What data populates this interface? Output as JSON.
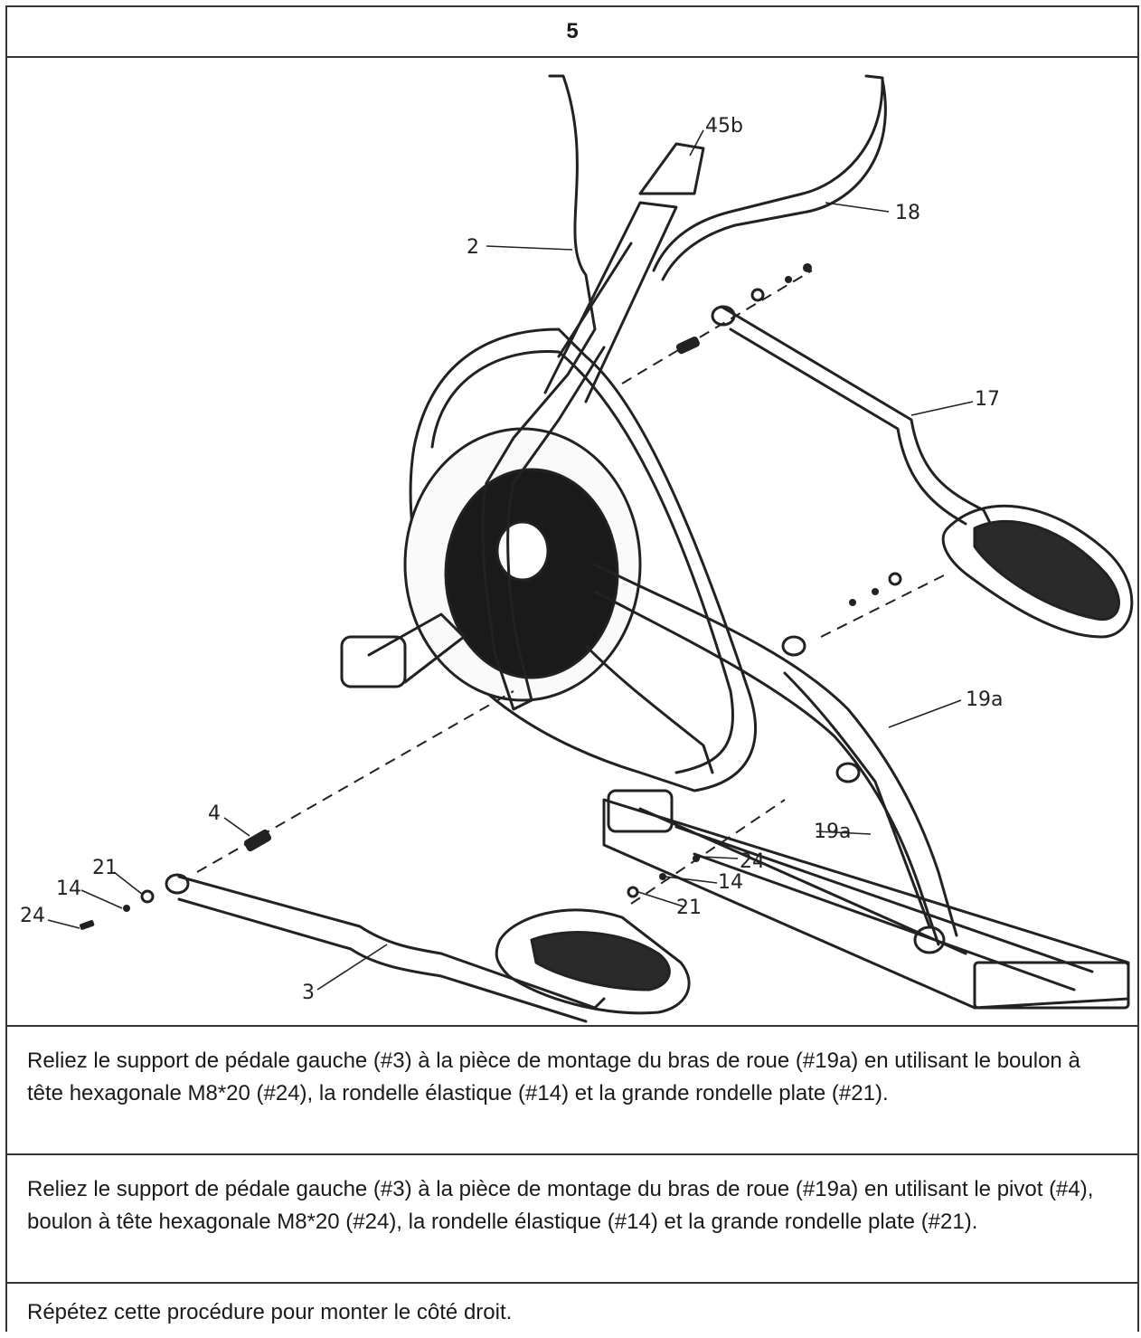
{
  "step": {
    "number": "5"
  },
  "figure": {
    "part_labels": {
      "p45b": "45b",
      "p18": "18",
      "p2": "2",
      "p17": "17",
      "p19a_upper": "19a",
      "p19a_lower": "19a",
      "p4": "4",
      "p21_left": "21",
      "p14_left": "14",
      "p24_left": "24",
      "p3": "3",
      "p24_right": "24",
      "p14_right": "14",
      "p21_right": "21"
    }
  },
  "instructions": [
    {
      "text": "Reliez le support de pédale gauche (#3) à la pièce de montage du bras de roue (#19a) en utilisant le boulon à tête hexagonale M8*20 (#24), la rondelle élastique (#14) et la grande rondelle plate (#21)."
    },
    {
      "text": "Reliez le support de pédale gauche (#3) à la pièce de montage du bras de roue (#19a) en utilisant le pivot (#4), boulon à tête hexagonale M8*20 (#24), la rondelle élastique (#14) et la grande rondelle plate (#21)."
    },
    {
      "text": "Répétez cette procédure pour monter le côté droit."
    }
  ]
}
